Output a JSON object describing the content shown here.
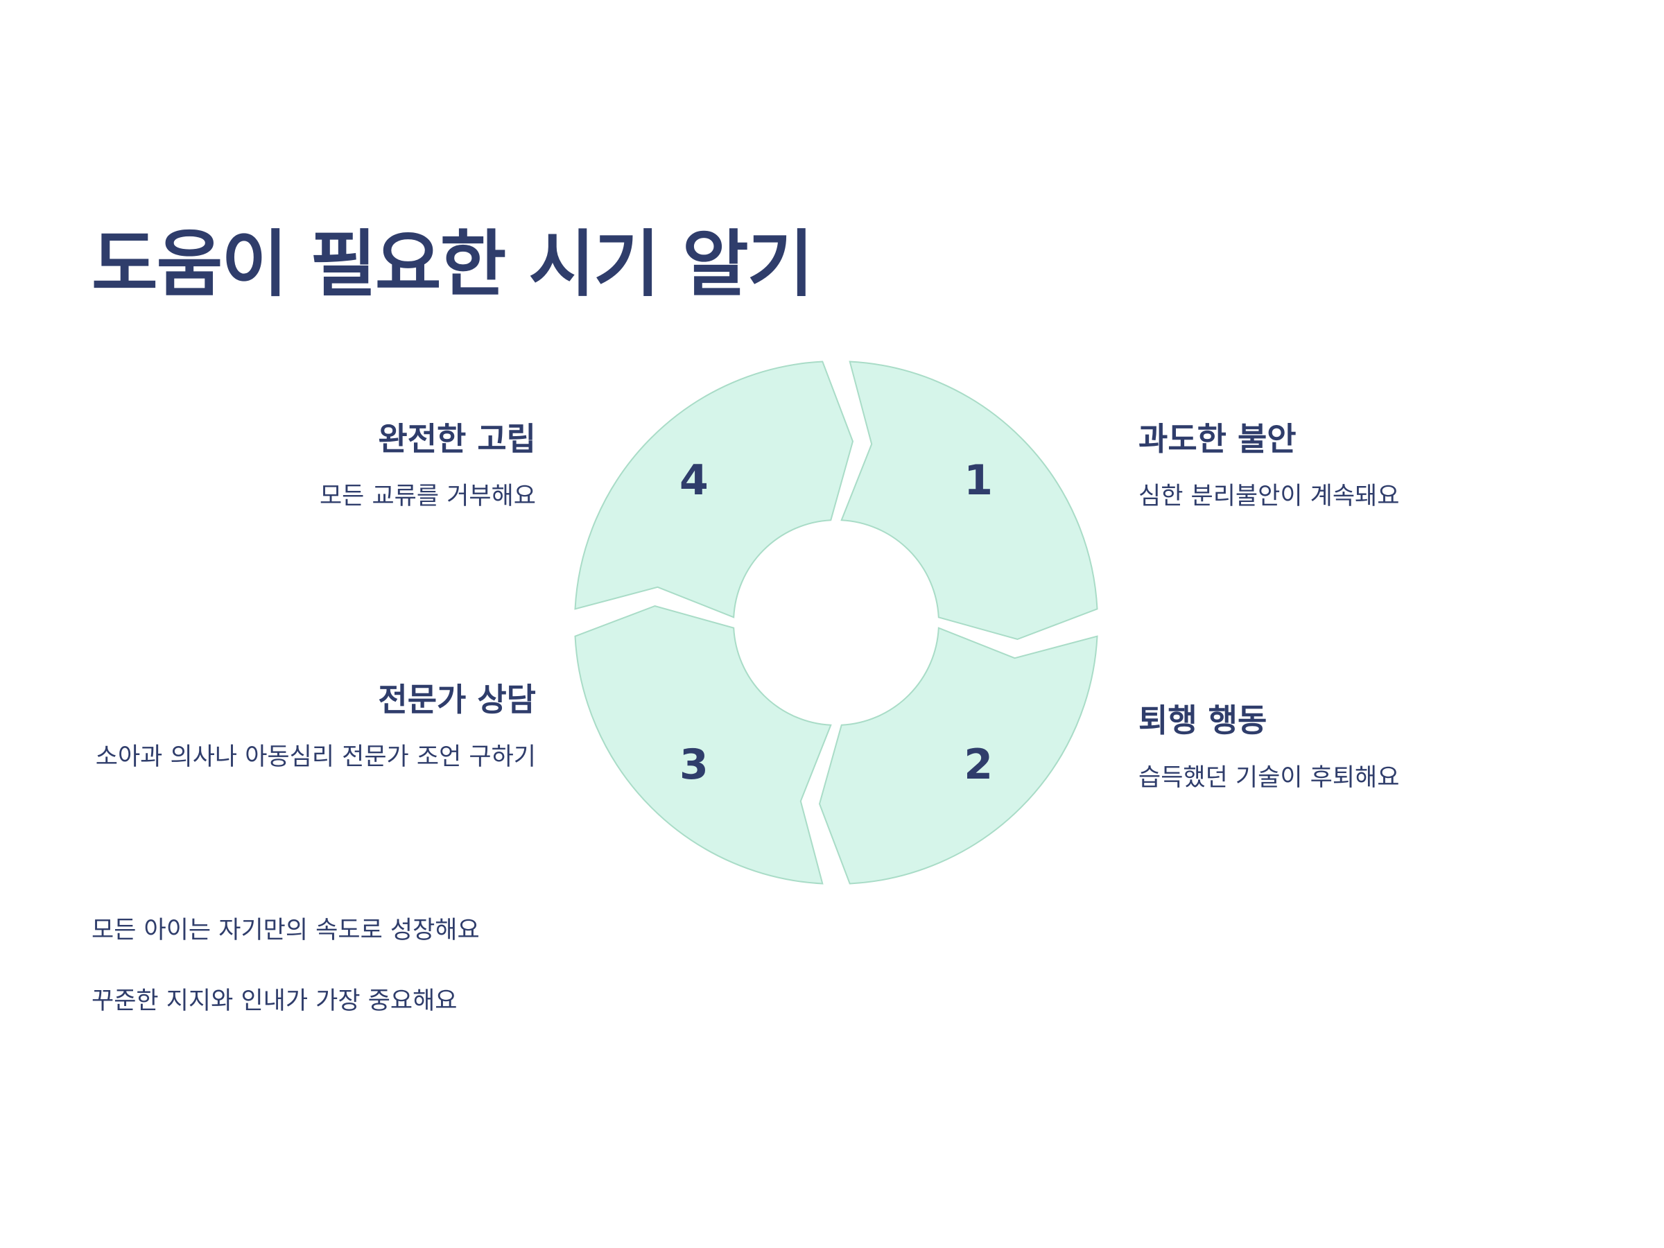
{
  "title": "도움이 필요한 시기 알기",
  "cycle": {
    "fill_color": "#d6f5ea",
    "stroke_color": "#a9dcc7",
    "text_color": "#2f3d6b",
    "steps": [
      {
        "number": "1",
        "title": "완전한 고립",
        "description": "모든 교류를 거부해요"
      },
      {
        "number": "2",
        "title": "과도한 불안",
        "description": "심한 분리불안이 계속돼요"
      },
      {
        "number": "3",
        "title": "퇴행 행동",
        "description": "습득했던 기술이 후퇴해요"
      },
      {
        "number": "4",
        "title": "전문가 상담",
        "description": "소아과 의사나 아동심리 전문가 조언 구하기"
      }
    ]
  },
  "notes": [
    "모든 아이는 자기만의 속도로 성장해요",
    "꾸준한 지지와 인내가 가장 중요해요"
  ]
}
